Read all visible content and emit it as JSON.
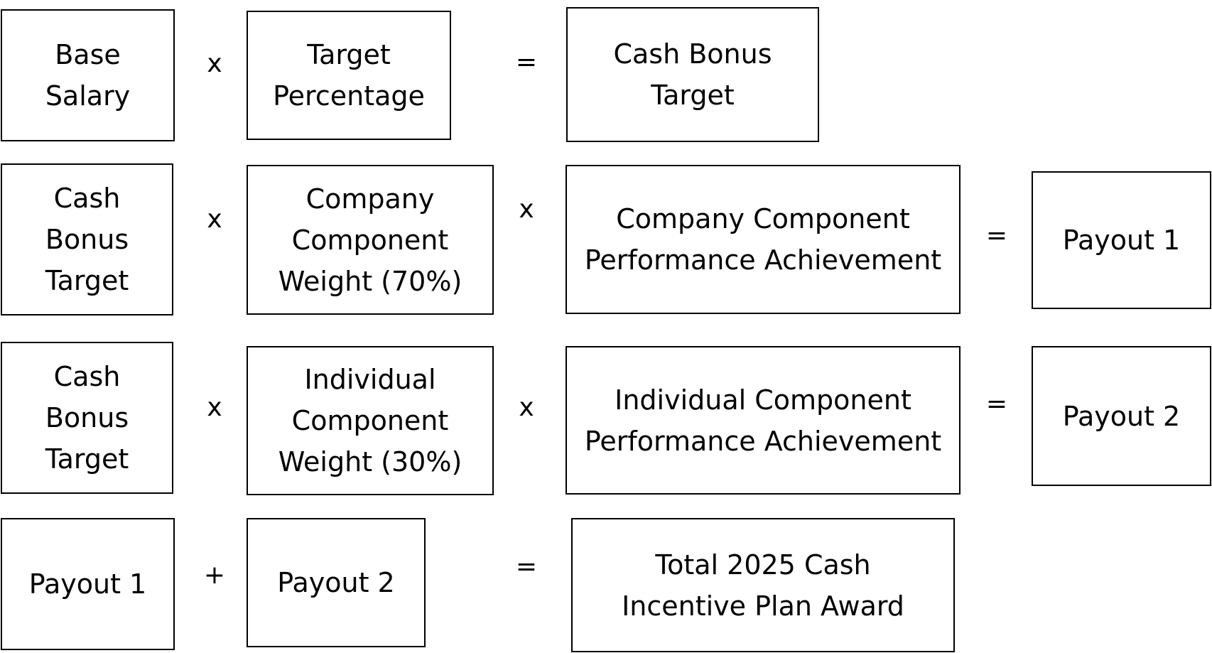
{
  "rows": [
    {
      "boxes": [
        {
          "label": "Base\nSalary"
        },
        {
          "label": "Target\nPercentage"
        },
        {
          "label": "Cash Bonus\nTarget"
        }
      ],
      "operators": [
        "x",
        "="
      ]
    },
    {
      "boxes": [
        {
          "label": "Cash\nBonus\nTarget"
        },
        {
          "label": "Company\nComponent\nWeight (70%)"
        },
        {
          "label": "Company Component\nPerformance Achievement"
        },
        {
          "label": "Payout 1"
        }
      ],
      "operators": [
        "x",
        "x",
        "="
      ]
    },
    {
      "boxes": [
        {
          "label": "Cash\nBonus\nTarget"
        },
        {
          "label": "Individual\nComponent\nWeight (30%)"
        },
        {
          "label": "Individual Component\nPerformance Achievement"
        },
        {
          "label": "Payout 2"
        }
      ],
      "operators": [
        "x",
        "x",
        "="
      ]
    },
    {
      "boxes": [
        {
          "label": "Payout 1"
        },
        {
          "label": "Payout 2"
        },
        {
          "label": "Total 2025 Cash\nIncentive Plan Award"
        }
      ],
      "operators": [
        "+",
        "="
      ]
    }
  ]
}
